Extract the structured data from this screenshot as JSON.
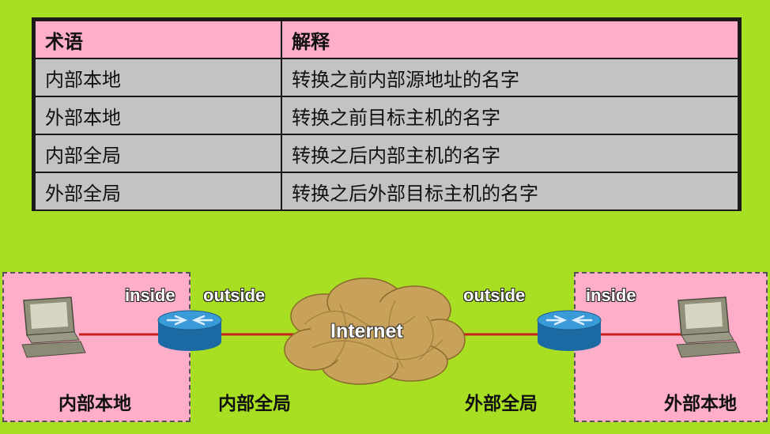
{
  "table": {
    "headers": [
      "术语",
      "解释"
    ],
    "rows": [
      [
        "内部本地",
        "转换之前内部源地址的名字"
      ],
      [
        "外部本地",
        "转换之前目标主机的名字"
      ],
      [
        "内部全局",
        "转换之后内部主机的名字"
      ],
      [
        "外部全局",
        "转换之后外部目标主机的名字"
      ]
    ]
  },
  "diagram": {
    "left_inside": "inside",
    "left_outside": "outside",
    "right_outside": "outside",
    "right_inside": "inside",
    "cloud_label": "Internet",
    "inside_local": "内部本地",
    "inside_global": "内部全局",
    "outside_global": "外部全局",
    "outside_local": "外部本地"
  },
  "colors": {
    "background": "#a8df22",
    "zone": "#ffaec9",
    "header": "#ffaec9",
    "cell": "#c3c3c3",
    "link": "#cc1f1f",
    "router": "#2a86c6",
    "cloud": "#c8a25a"
  },
  "icons": [
    "computer-icon",
    "router-icon",
    "cloud-icon"
  ]
}
